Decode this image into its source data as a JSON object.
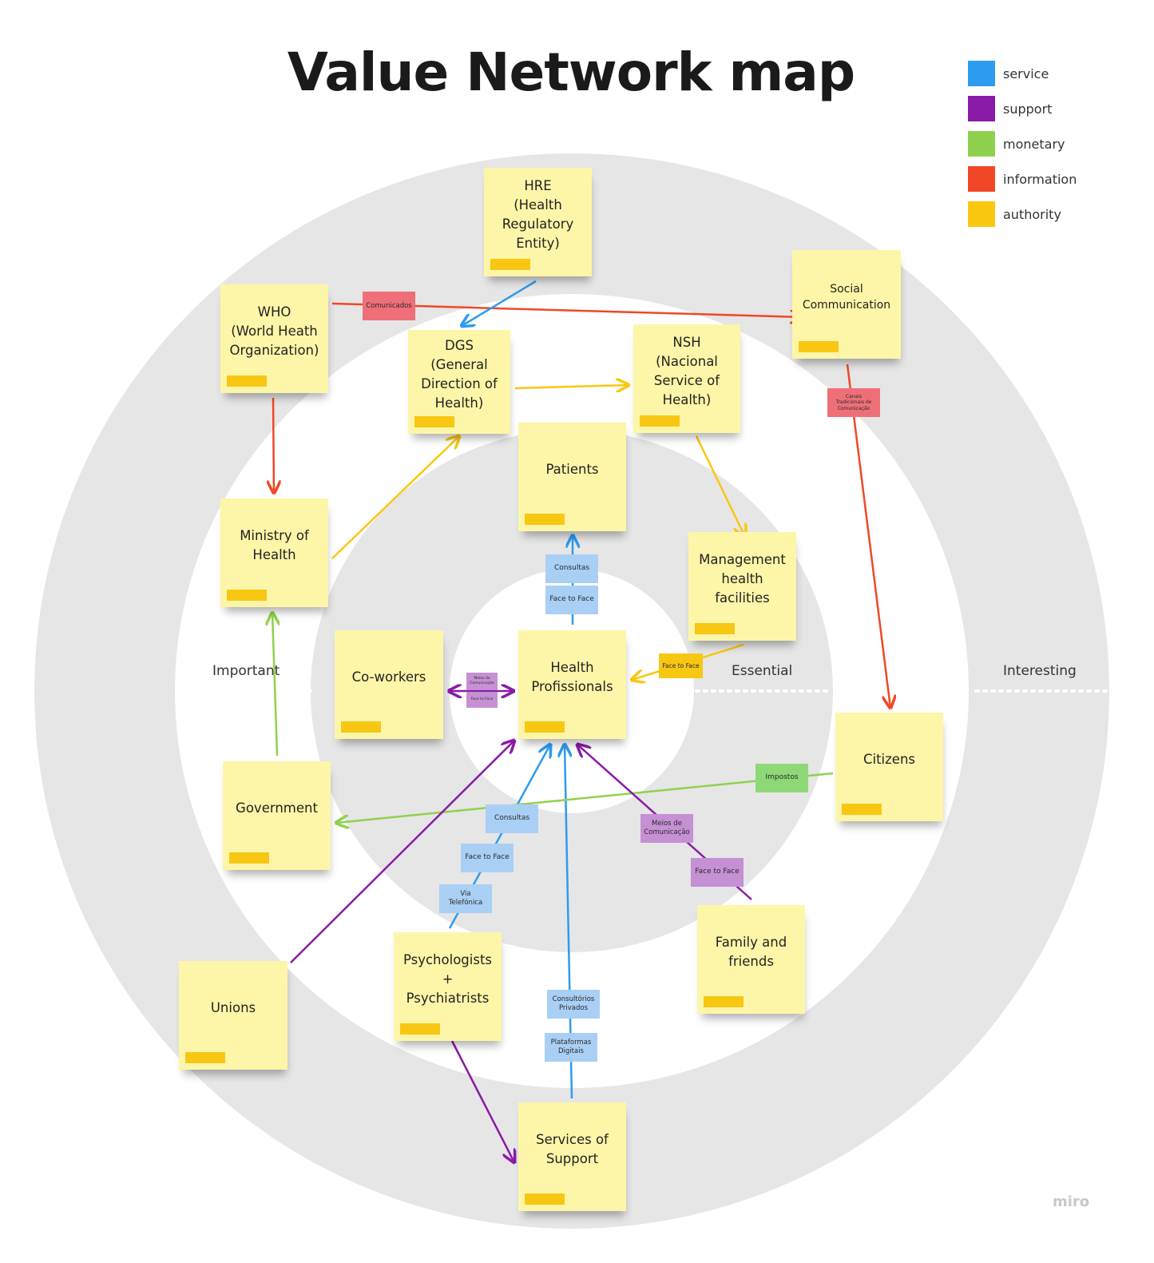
{
  "title": "Value Network map",
  "legend": [
    {
      "label": "service",
      "color": "#2d9bf0"
    },
    {
      "label": "support",
      "color": "#8a1aa8"
    },
    {
      "label": "monetary",
      "color": "#8fd14f"
    },
    {
      "label": "information",
      "color": "#f24726"
    },
    {
      "label": "authority",
      "color": "#fac710"
    }
  ],
  "ring_labels": {
    "important": "Important",
    "essential": "Essential",
    "interesting": "Interesting"
  },
  "notes": {
    "hre": "HRE\n(Health\nRegulatory\nEntity)",
    "who": "WHO\n(World Heath\nOrganization)",
    "social": "Social\nCommunication",
    "dgs": "DGS\n(General\nDirection of\nHealth)",
    "nsh": "NSH\n(Nacional\nService of\nHealth)",
    "patients": "Patients",
    "ministry": "Ministry of\nHealth",
    "management": "Management\nhealth\nfacilities",
    "coworkers": "Co-workers",
    "health_prof": "Health\nProfissionals",
    "citizens": "Citizens",
    "government": "Government",
    "family": "Family and\nfriends",
    "psych": "Psychologists\n+\nPsychiatrists",
    "unions": "Unions",
    "services": "Services of\nSupport"
  },
  "chips": {
    "comunicados": "Comunicados",
    "canais": "Canais\nTradicionais de\nComunicação",
    "consultas_top": "Consultas",
    "face_top": "Face to Face",
    "face_mgmt": "Face to Face",
    "meios_cow": "Meios de\nComunicação",
    "face_cow": "Face to Face",
    "impostos": "Impostos",
    "consultas_bot": "Consultas",
    "face_bot": "Face to Face",
    "via_tel": "Via\nTelefónica",
    "meios_fam": "Meios de\nComunicação",
    "face_fam": "Face to Face",
    "consultorios": "Consultórios\nPrivados",
    "plataformas": "Plataformas\nDigitais"
  },
  "watermark": "miro"
}
